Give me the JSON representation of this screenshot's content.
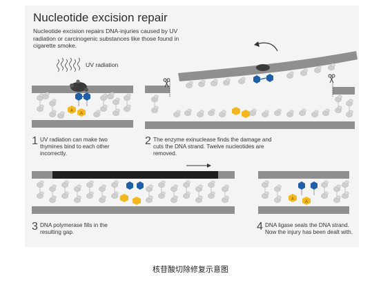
{
  "title": "Nucleotide excision repair",
  "intro": "Nucleotide excision repairs DNA-injuries caused by UV radiation or carcinogenic substances like those found in cigarette smoke.",
  "uv_label": "UV radiation",
  "steps": [
    {
      "number": "1",
      "text_lines": [
        "UV radiation can make two",
        "thymines bind to each other",
        "incorrectly."
      ]
    },
    {
      "number": "2",
      "text_lines": [
        "The enzyme exinuclease finds the damage and",
        "cuts the DNA strand. Twelve nucleotides are",
        "removed."
      ]
    },
    {
      "number": "3",
      "text_lines": [
        "DNA polymerase fills in the",
        "resulting gap."
      ]
    },
    {
      "number": "4",
      "text_lines": [
        "DNA ligase seals the DNA strand.",
        "Now the injury has been dealt with."
      ]
    }
  ],
  "caption": "核苷酸切除修复示意图",
  "colors": {
    "strand": "#8f8f8f",
    "nucleotide": "#cfcfcf",
    "thymine_blue": "#1f5fa8",
    "adenine_yellow": "#f2b81e",
    "new_strand": "#1e1e1e"
  },
  "base_letters": {
    "adenine": "A"
  }
}
